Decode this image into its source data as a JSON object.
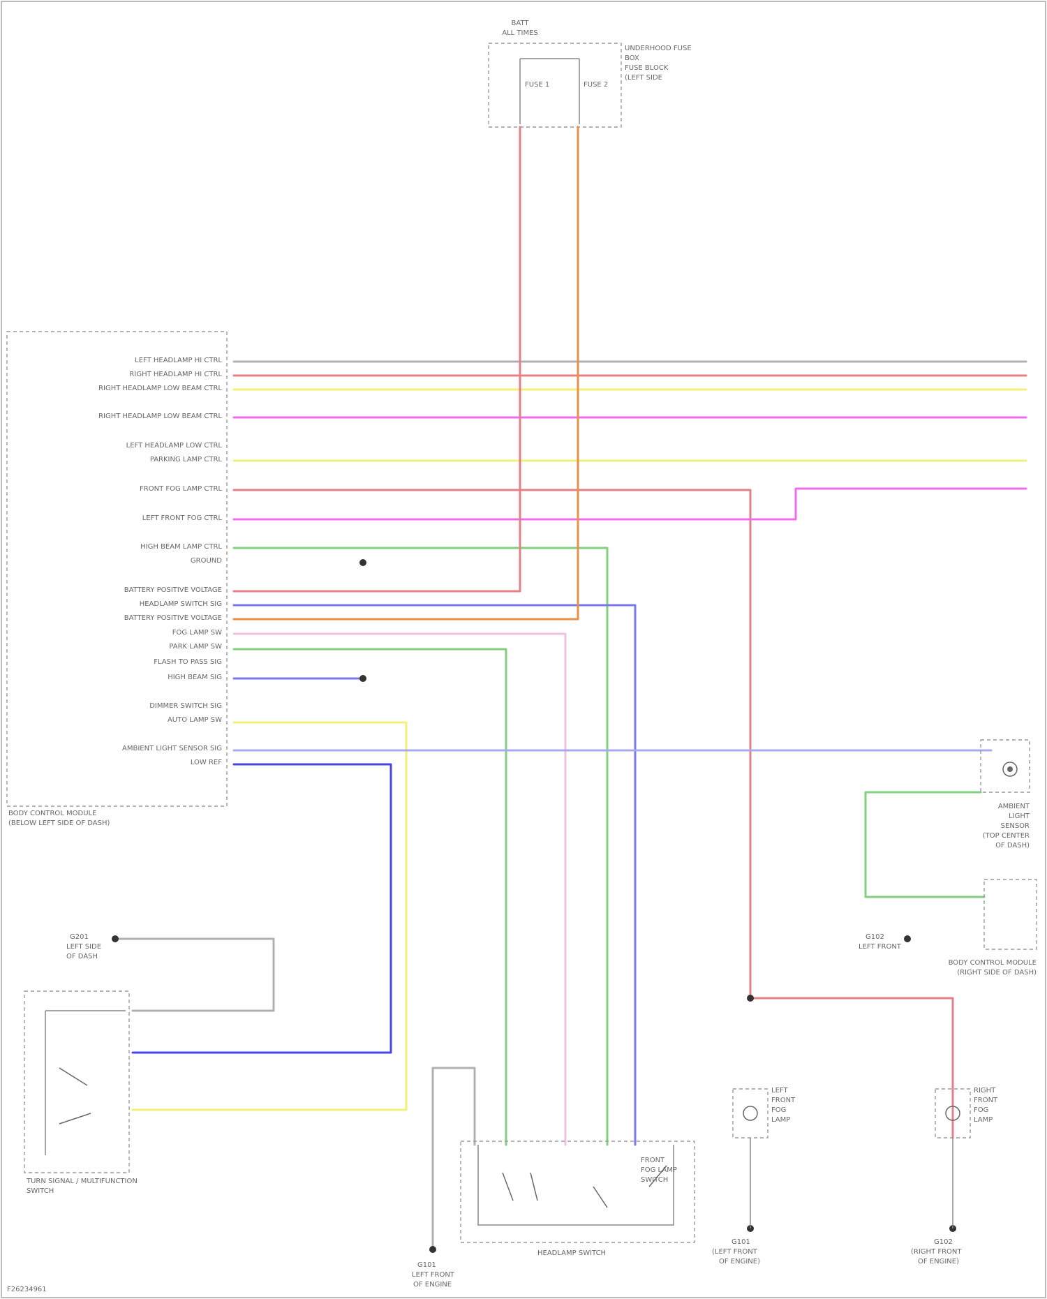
{
  "colors": {
    "red": "#e57f86",
    "orange": "#e8914a",
    "yellow": "#f2f07a",
    "magenta": "#ee6ee8",
    "blue": "#7878e8",
    "blue_dark": "#4646e0",
    "green": "#82d07e",
    "pink": "#f0c0e0",
    "gray": "#b0b0b0",
    "lavender": "#a8a8ee"
  },
  "top_box": {
    "title": "BATT",
    "title2": "ALL TIMES",
    "ids": [
      "FUSE 1",
      "FUSE 2"
    ],
    "labels": [
      "UNDERHOOD FUSE",
      "BOX",
      "FUSE BLOCK",
      "(LEFT SIDE"
    ]
  },
  "left_module": {
    "pins": [
      "LEFT HEADLAMP HI CTRL",
      "RIGHT HEADLAMP HI CTRL",
      "RIGHT HEADLAMP LOW BEAM CTRL",
      "RIGHT HEADLAMP LOW BEAM CTRL",
      "LEFT HEADLAMP LOW CTRL",
      "PARKING LAMP CTRL",
      "FRONT FOG LAMP CTRL",
      "LEFT FRONT FOG CTRL",
      "HIGH BEAM LAMP CTRL",
      "GROUND",
      "BATTERY POSITIVE VOLTAGE",
      "HEADLAMP SWITCH SIG",
      "BATTERY POSITIVE VOLTAGE",
      "FOG LAMP SW",
      "PARK LAMP SW",
      "FLASH TO PASS SIG",
      "HIGH BEAM SIG",
      "DIMMER SWITCH SIG",
      "AUTO LAMP SW",
      "AMBIENT LIGHT SENSOR SIG",
      "LOW REF"
    ],
    "label": [
      "BODY CONTROL MODULE",
      "(BELOW LEFT SIDE OF DASH)"
    ]
  },
  "ground_labels": [
    "G201",
    "LEFT SIDE",
    "OF DASH",
    "G101",
    "LEFT FRONT",
    "OF ENGINE",
    "G102",
    "LEFT FRONT"
  ],
  "right_components": {
    "sensor": [
      "AMBIENT",
      "LIGHT",
      "SENSOR",
      "(TOP CENTER",
      "OF DASH)"
    ],
    "bcm2": [
      "BODY CONTROL MODULE",
      "(RIGHT SIDE OF DASH)"
    ],
    "left_lamp": [
      "LEFT",
      "FRONT",
      "FOG",
      "LAMP"
    ],
    "right_lamp": [
      "RIGHT",
      "FRONT",
      "FOG",
      "LAMP"
    ],
    "ground_left": [
      "G101",
      "(LEFT FRONT",
      "OF ENGINE)"
    ],
    "ground_right": [
      "G102",
      "(RIGHT FRONT",
      "OF ENGINE)"
    ]
  },
  "switches": {
    "multifunction": [
      "TURN SIGNAL / MULTIFUNCTION",
      "SWITCH"
    ],
    "headlamp": "HEADLAMP SWITCH",
    "fog": [
      "FRONT",
      "FOG LAMP",
      "SWITCH"
    ]
  },
  "footer": "F26234961"
}
